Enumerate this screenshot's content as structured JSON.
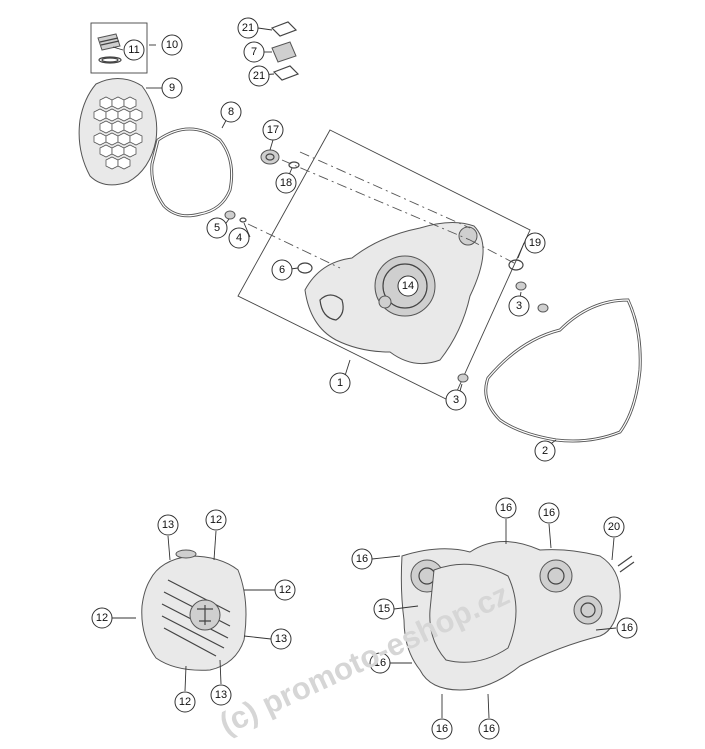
{
  "callouts": [
    {
      "id": "c10",
      "label": "10"
    },
    {
      "id": "c11",
      "label": "11"
    },
    {
      "id": "c9",
      "label": "9"
    },
    {
      "id": "c8",
      "label": "8"
    },
    {
      "id": "c21a",
      "label": "21"
    },
    {
      "id": "c7",
      "label": "7"
    },
    {
      "id": "c21b",
      "label": "21"
    },
    {
      "id": "c17",
      "label": "17"
    },
    {
      "id": "c18",
      "label": "18"
    },
    {
      "id": "c5",
      "label": "5"
    },
    {
      "id": "c4",
      "label": "4"
    },
    {
      "id": "c6",
      "label": "6"
    },
    {
      "id": "c14",
      "label": "14"
    },
    {
      "id": "c19",
      "label": "19"
    },
    {
      "id": "c3a",
      "label": "3"
    },
    {
      "id": "c1",
      "label": "1"
    },
    {
      "id": "c3b",
      "label": "3"
    },
    {
      "id": "c2",
      "label": "2"
    },
    {
      "id": "c13a",
      "label": "13"
    },
    {
      "id": "c12a",
      "label": "12"
    },
    {
      "id": "c12b",
      "label": "12"
    },
    {
      "id": "c12c",
      "label": "12"
    },
    {
      "id": "c13b",
      "label": "13"
    },
    {
      "id": "c12d",
      "label": "12"
    },
    {
      "id": "c13c",
      "label": "13"
    },
    {
      "id": "c16a",
      "label": "16"
    },
    {
      "id": "c16b",
      "label": "16"
    },
    {
      "id": "c20",
      "label": "20"
    },
    {
      "id": "c16c",
      "label": "16"
    },
    {
      "id": "c15",
      "label": "15"
    },
    {
      "id": "c16d",
      "label": "16"
    },
    {
      "id": "c16e",
      "label": "16"
    },
    {
      "id": "c16f",
      "label": "16"
    },
    {
      "id": "c16g",
      "label": "16"
    }
  ],
  "watermark": "(c) promoto-eshop.cz",
  "colors": {
    "line": "#444444",
    "fill": "#e9e9e9",
    "watermark": "#d6d6d6"
  }
}
